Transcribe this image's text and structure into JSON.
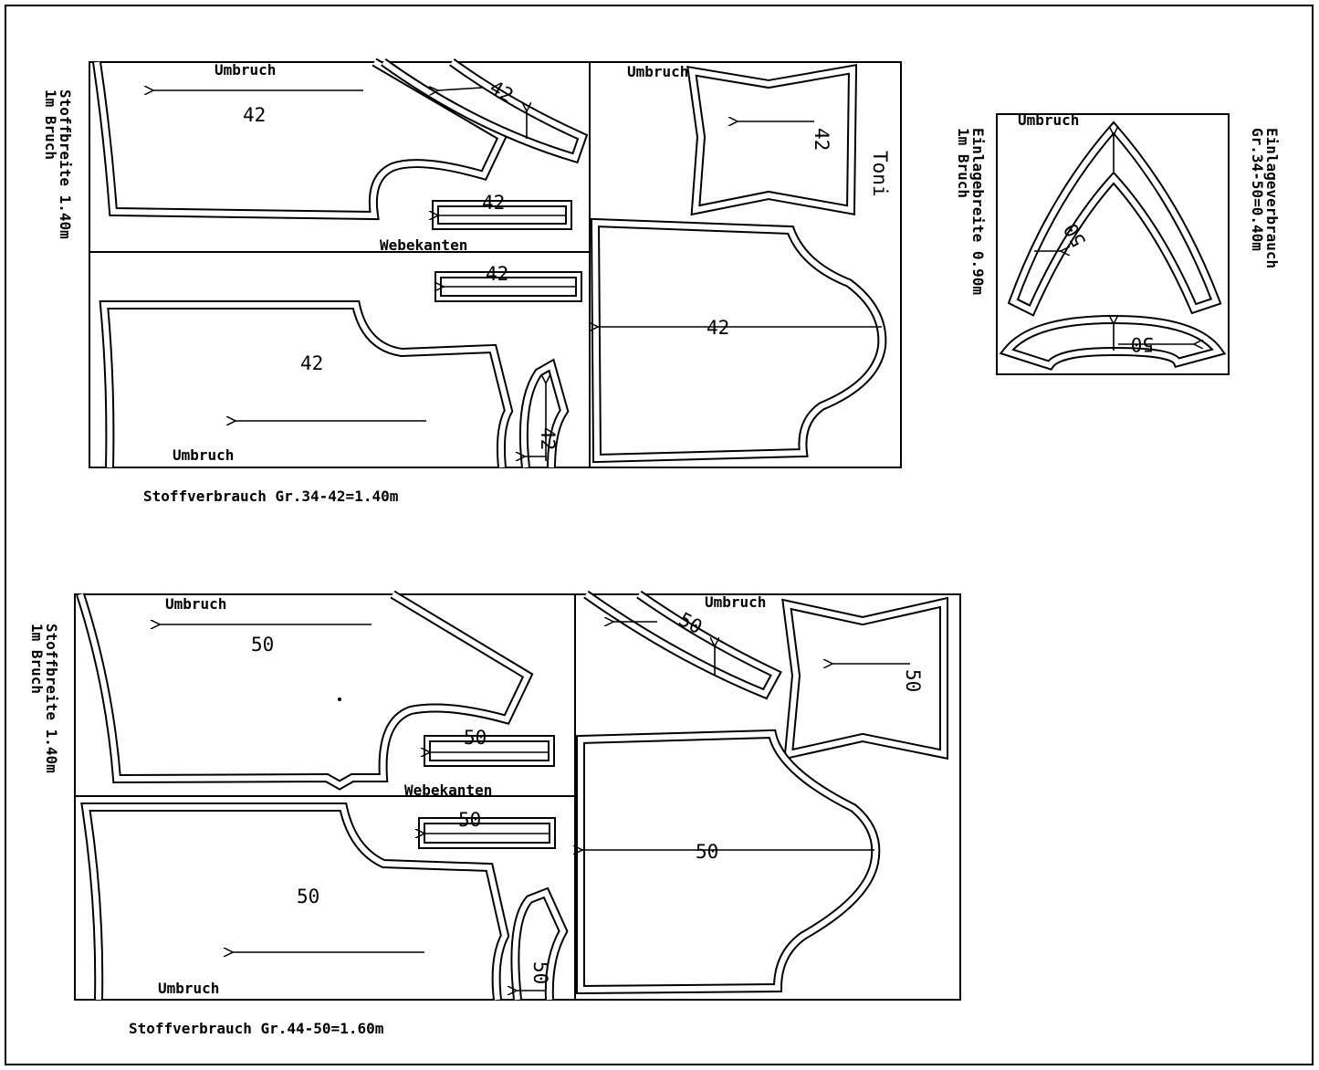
{
  "layout_top": {
    "fabric_width": "Stoffbreite 1.40m",
    "fold_note": "1m Bruch",
    "fold_label_1": "Umbruch",
    "fold_label_2": "Umbruch",
    "fold_label_3": "Umbruch",
    "selvedge_label": "Webekanten",
    "size": "42",
    "model_name": "Toni",
    "consumption": "Stoffverbrauch Gr.34-42=1.40m"
  },
  "interfacing": {
    "width": "Einlagebreite 0.90m",
    "fold_note": "1m Bruch",
    "fold_label": "Umbruch",
    "consumption_title": "Einlageverbrauch",
    "consumption_value": "Gr.34-50=0.40m",
    "size": "50"
  },
  "layout_bottom": {
    "fabric_width": "Stoffbreite 1.40m",
    "fold_note": "1m Bruch",
    "fold_label_1": "Umbruch",
    "fold_label_2": "Umbruch",
    "fold_label_3": "Umbruch",
    "selvedge_label": "Webekanten",
    "size": "50",
    "consumption": "Stoffverbrauch Gr.44-50=1.60m"
  }
}
